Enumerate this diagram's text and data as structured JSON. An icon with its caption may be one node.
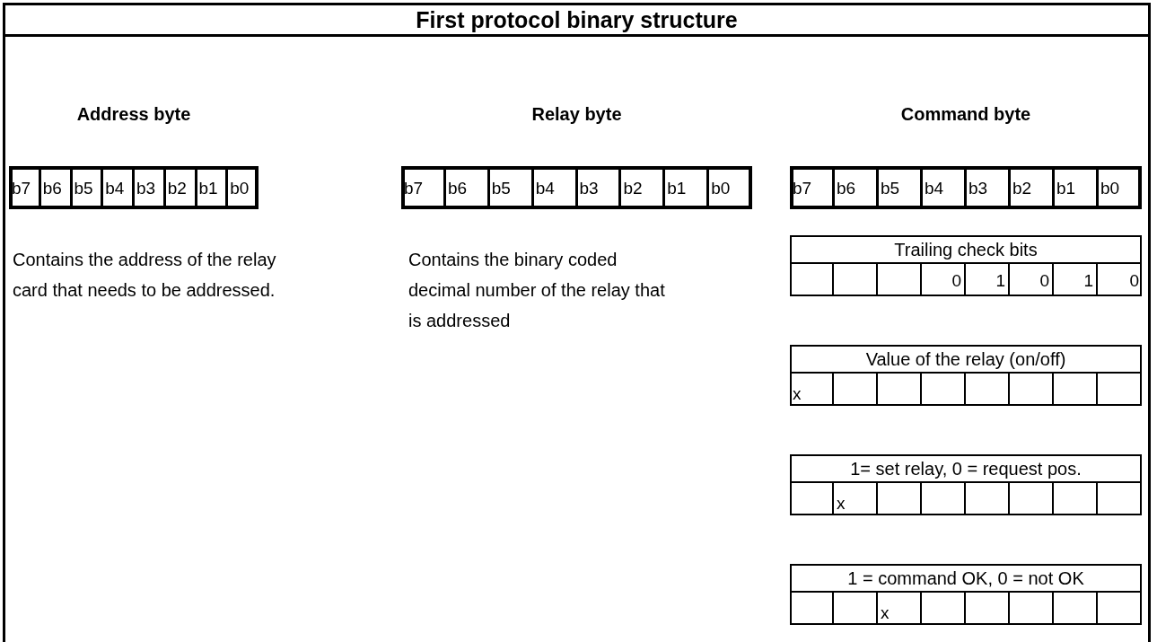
{
  "diagram": {
    "title": "First protocol binary structure",
    "labels": [
      "Address byte",
      "Relay byte",
      "Command byte",
      "b7",
      "b6",
      "b5",
      "b4",
      "b3",
      "b2",
      "b1",
      "b0",
      "b7",
      "b6",
      "b5",
      "b4",
      "b3",
      "b2",
      "b1",
      "b0",
      "b7",
      "b6",
      "b5",
      "b4",
      "b3",
      "b2",
      "b1",
      "b0",
      "Contains the address of the relay card that needs to be addressed.",
      "Contains the binary coded decimal number of the relay that is addressed",
      "Trailing check bits",
      "0",
      "1",
      "0",
      "1",
      "0",
      "Value of the relay (on/off)",
      "x",
      "1= set relay, 0 = request pos.",
      "x",
      "1 = command OK, 0 = not OK",
      "x"
    ]
  }
}
